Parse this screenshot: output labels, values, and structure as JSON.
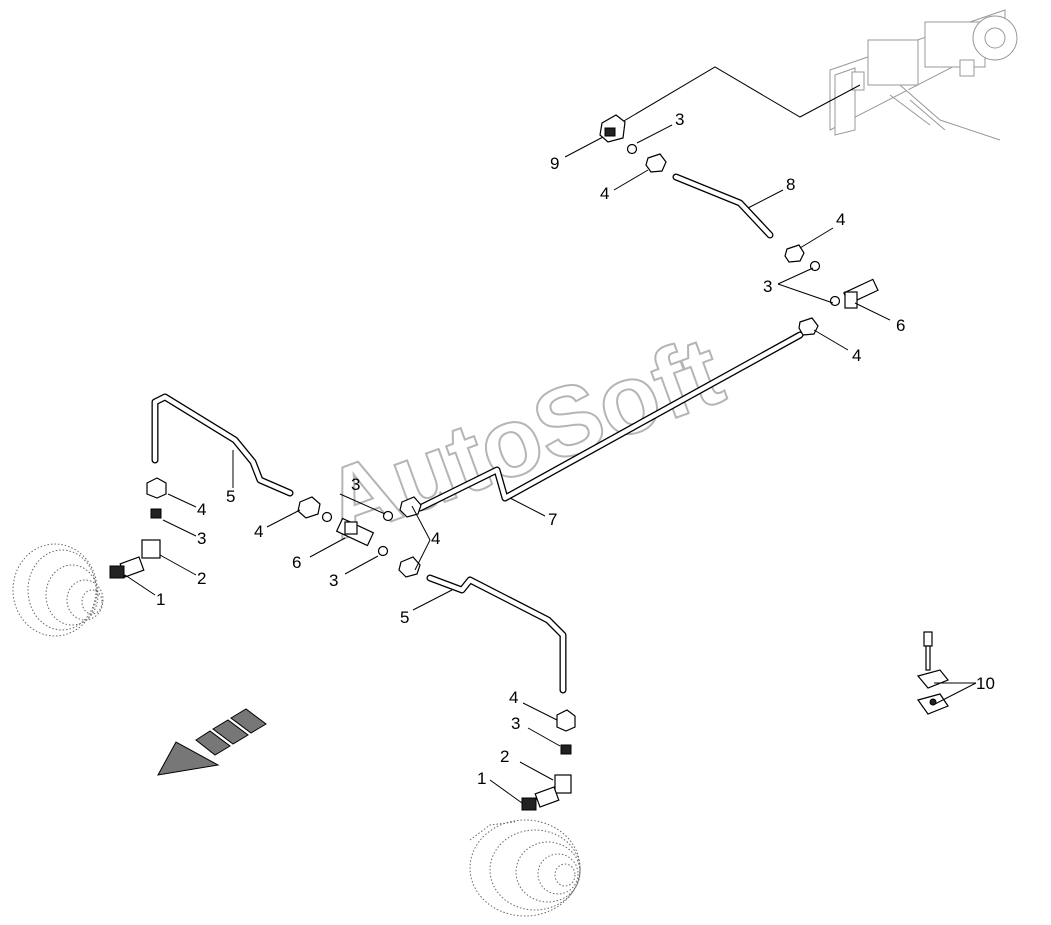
{
  "watermark": "AutoSoft",
  "callouts": [
    {
      "id": "c9",
      "text": "9"
    },
    {
      "id": "c3a",
      "text": "3"
    },
    {
      "id": "c4a",
      "text": "4"
    },
    {
      "id": "c8",
      "text": "8"
    },
    {
      "id": "c4b",
      "text": "4"
    },
    {
      "id": "c3b",
      "text": "3"
    },
    {
      "id": "c6a",
      "text": "6"
    },
    {
      "id": "c4c",
      "text": "4"
    },
    {
      "id": "c5a",
      "text": "5"
    },
    {
      "id": "c4d",
      "text": "4"
    },
    {
      "id": "c3c",
      "text": "3"
    },
    {
      "id": "c2a",
      "text": "2"
    },
    {
      "id": "c1a",
      "text": "1"
    },
    {
      "id": "c3d",
      "text": "3"
    },
    {
      "id": "c4e",
      "text": "4"
    },
    {
      "id": "c4f",
      "text": "4"
    },
    {
      "id": "c7",
      "text": "7"
    },
    {
      "id": "c6b",
      "text": "6"
    },
    {
      "id": "c3e",
      "text": "3"
    },
    {
      "id": "c5b",
      "text": "5"
    },
    {
      "id": "c4g",
      "text": "4"
    },
    {
      "id": "c3f",
      "text": "3"
    },
    {
      "id": "c2b",
      "text": "2"
    },
    {
      "id": "c1b",
      "text": "1"
    },
    {
      "id": "c10",
      "text": "10"
    }
  ]
}
